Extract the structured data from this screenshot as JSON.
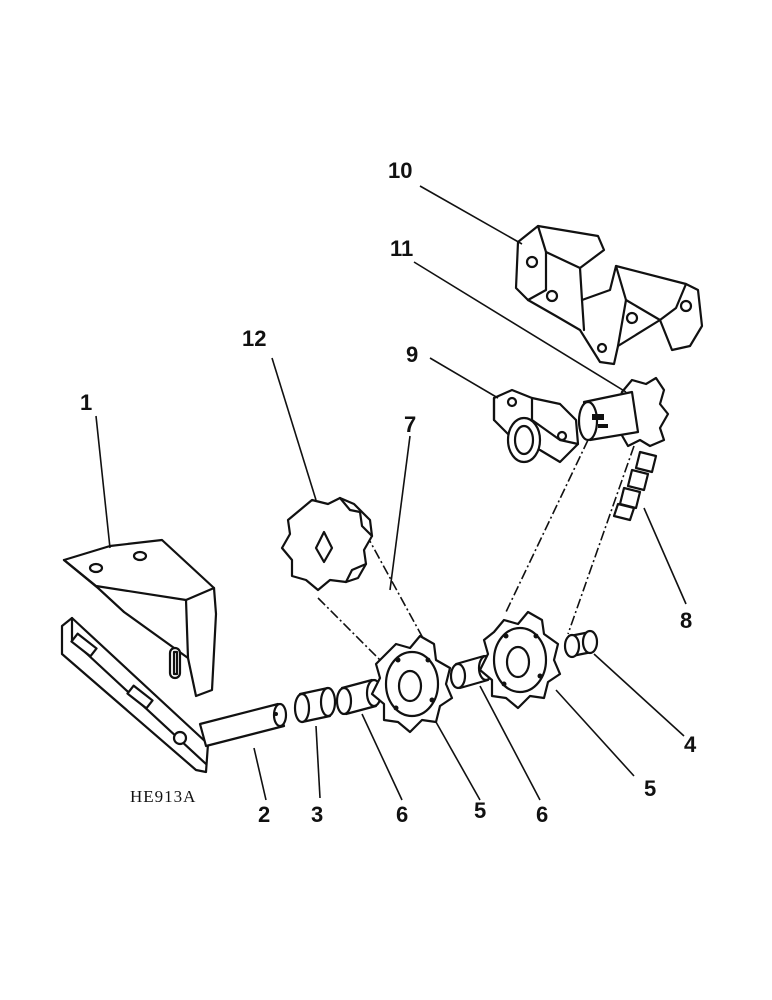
{
  "figure_code": "HE913A",
  "callouts": [
    "1",
    "2",
    "3",
    "6",
    "5",
    "6",
    "5",
    "4",
    "8",
    "7",
    "12",
    "9",
    "11",
    "10"
  ],
  "ink_color": "#111111",
  "background_color": "#ffffff"
}
